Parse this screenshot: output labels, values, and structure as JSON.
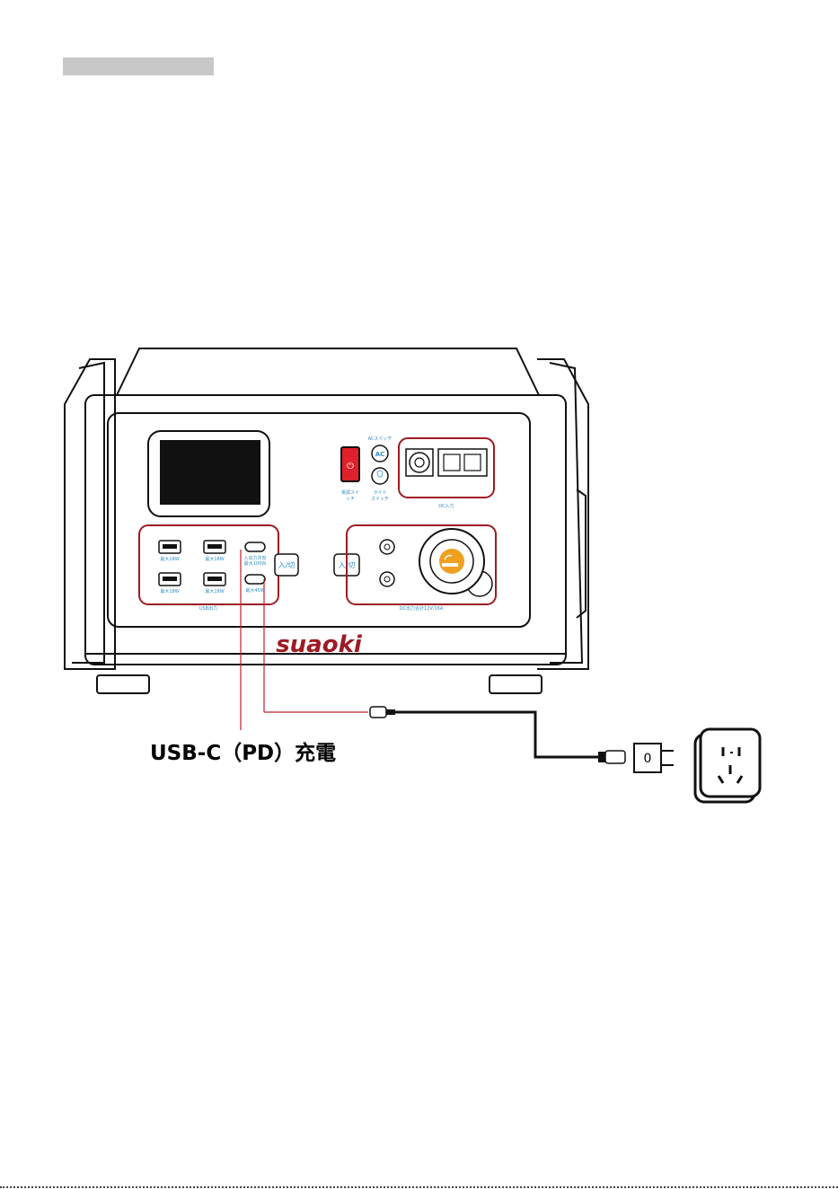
{
  "header": {
    "bar": ""
  },
  "device": {
    "brand": "suaoki",
    "power_switch_label_1": "電源スイ",
    "power_switch_label_2": "ッチ",
    "ac_switch_label": "ACスイッチ",
    "ac_button": "AC",
    "light_switch_label_1": "ライト",
    "light_switch_label_2": "スイッチ",
    "dc_input_label": "DC入力",
    "usb_output_label": "USB出力",
    "port_labels": {
      "usb_a_1": "最大18W",
      "usb_a_2": "最大18W",
      "usb_a_3": "最大18W",
      "usb_a_4": "最大18W",
      "usb_c_1_line1": "入出力共有",
      "usb_c_1_line2": "最大100W",
      "usb_c_2": "最大45W"
    },
    "on_off_button_1": "入/切",
    "on_off_button_2": "入/切",
    "dc_output_label": "DC出力合計12V/16A"
  },
  "annotation": {
    "caption": "USB-C（PD）充電",
    "plug_mark": "0"
  },
  "colors": {
    "accent_red": "#9e1b23",
    "power_red": "#e0202a",
    "label_blue": "#2f8fc7",
    "outline": "#111111"
  }
}
